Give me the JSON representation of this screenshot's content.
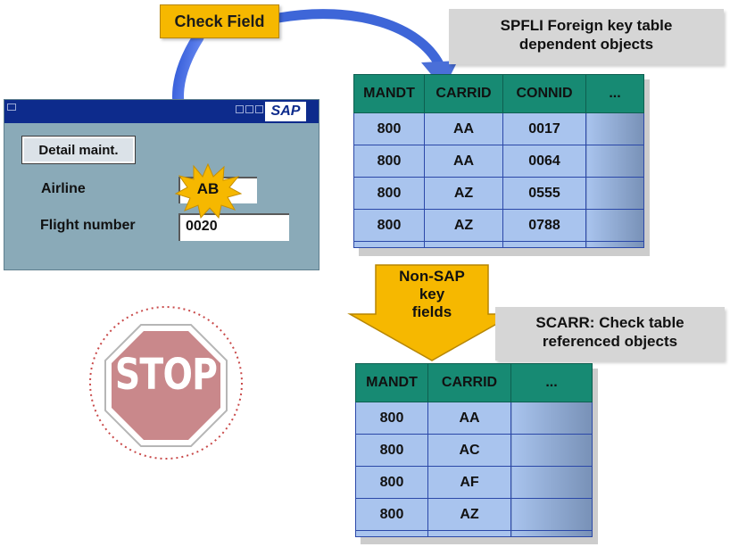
{
  "check_field_label": "Check Field",
  "spfli_callout": {
    "line1": "SPFLI Foreign key table",
    "line2": "dependent objects"
  },
  "scarr_callout": {
    "line1": "SCARR: Check table",
    "line2": "referenced objects"
  },
  "nonsap_arrow": {
    "line1": "Non-SAP",
    "line2": "key",
    "line3": "fields"
  },
  "sap_window": {
    "logo": "SAP",
    "detail_button": "Detail maint.",
    "fields": [
      {
        "label": "Airline",
        "value": "AB"
      },
      {
        "label": "Flight number",
        "value": "0020"
      }
    ]
  },
  "spfli_table": {
    "headers": [
      "MANDT",
      "CARRID",
      "CONNID",
      "..."
    ],
    "rows": [
      [
        "800",
        "AA",
        "0017"
      ],
      [
        "800",
        "AA",
        "0064"
      ],
      [
        "800",
        "AZ",
        "0555"
      ],
      [
        "800",
        "AZ",
        "0788"
      ]
    ]
  },
  "scarr_table": {
    "headers": [
      "MANDT",
      "CARRID",
      "..."
    ],
    "rows": [
      [
        "800",
        "AA"
      ],
      [
        "800",
        "AC"
      ],
      [
        "800",
        "AF"
      ],
      [
        "800",
        "AZ"
      ]
    ]
  },
  "stop_sign": "STOP",
  "colors": {
    "label_yellow": "#f6b800",
    "table_header_green": "#178a73",
    "table_cell_blue": "#a9c4ee",
    "sap_window_gray_blue": "#8aaab8",
    "sap_titlebar_blue": "#0d2b8c",
    "arrow_blue": "#4a6fd8",
    "stop_red": "#c9888b"
  }
}
